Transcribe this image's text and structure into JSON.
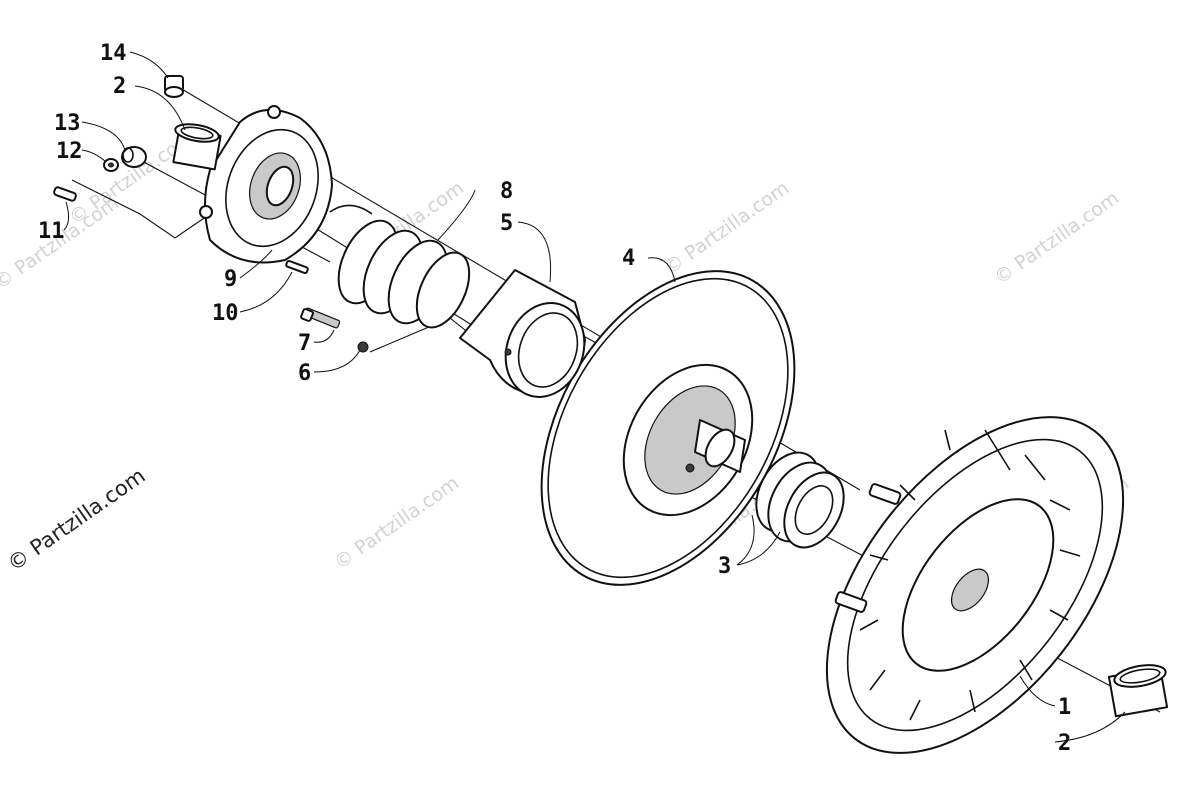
{
  "watermark": {
    "text": "© Partzilla.com"
  },
  "callouts": [
    {
      "id": "14",
      "label": "14"
    },
    {
      "id": "2a",
      "label": "2"
    },
    {
      "id": "13",
      "label": "13"
    },
    {
      "id": "12",
      "label": "12"
    },
    {
      "id": "11",
      "label": "11"
    },
    {
      "id": "9",
      "label": "9"
    },
    {
      "id": "10",
      "label": "10"
    },
    {
      "id": "8",
      "label": "8"
    },
    {
      "id": "5",
      "label": "5"
    },
    {
      "id": "7",
      "label": "7"
    },
    {
      "id": "6",
      "label": "6"
    },
    {
      "id": "4",
      "label": "4"
    },
    {
      "id": "3",
      "label": "3"
    },
    {
      "id": "1",
      "label": "1"
    },
    {
      "id": "2b",
      "label": "2"
    }
  ]
}
